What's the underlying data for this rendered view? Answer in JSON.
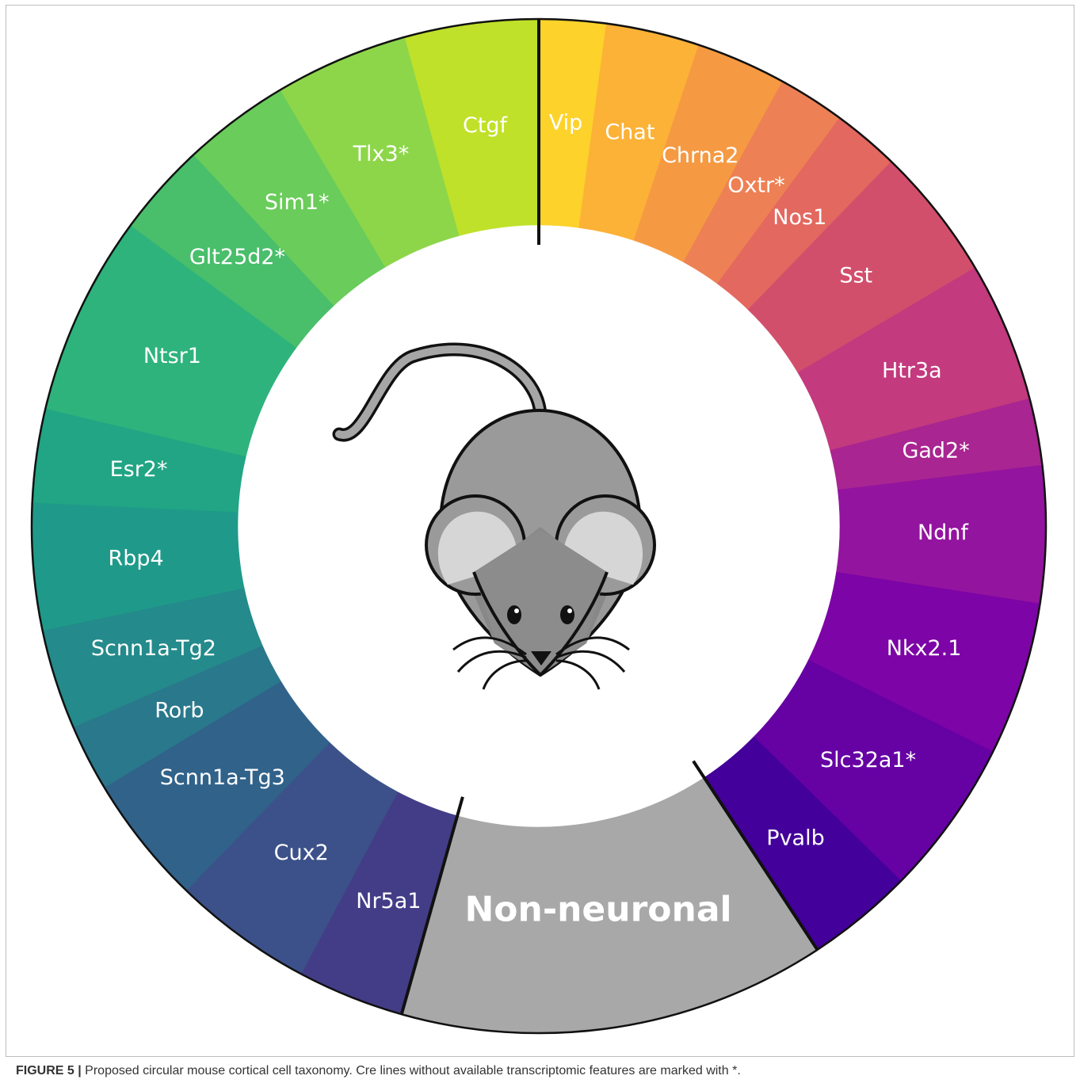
{
  "diagram": {
    "segments": [
      {
        "label": "Vip",
        "color": "#fdd22b",
        "share": 1.0
      },
      {
        "label": "Chat",
        "color": "#fcb237",
        "share": 1.4
      },
      {
        "label": "Chrna2",
        "color": "#f59a43",
        "share": 1.35
      },
      {
        "label": "Oxtr*",
        "color": "#ee8055",
        "share": 1.0
      },
      {
        "label": "Nos1",
        "color": "#e3685f",
        "share": 1.0
      },
      {
        "label": "Sst",
        "color": "#d24f6c",
        "share": 2.0
      },
      {
        "label": "Htr3a",
        "color": "#c33a7e",
        "share": 2.1
      },
      {
        "label": "Gad2*",
        "color": "#a92591",
        "share": 1.0
      },
      {
        "label": "Ndnf",
        "color": "#93149f",
        "share": 2.05
      },
      {
        "label": "Nkx2.1",
        "color": "#7d04a6",
        "share": 2.3
      },
      {
        "label": "Slc32a1*",
        "color": "#6601a4",
        "share": 2.35
      },
      {
        "label": "Pvalb",
        "color": "#43009a",
        "share": 1.6
      },
      {
        "label": "Non-neuronal",
        "color": "#a8a8a8",
        "share": 6.4
      },
      {
        "label": "Nr5a1",
        "color": "#433d87",
        "share": 1.6
      },
      {
        "label": "Cux2",
        "color": "#3c5189",
        "share": 2.1
      },
      {
        "label": "Scnn1a-Tg3",
        "color": "#31628a",
        "share": 1.95
      },
      {
        "label": "Rorb",
        "color": "#2a788c",
        "share": 1.0
      },
      {
        "label": "Scnn1a-Tg2",
        "color": "#248a8b",
        "share": 1.5
      },
      {
        "label": "Rbp4",
        "color": "#1f9a8a",
        "share": 1.9
      },
      {
        "label": "Esr2*",
        "color": "#21a584",
        "share": 1.4
      },
      {
        "label": "Ntsr1",
        "color": "#2eb37c",
        "share": 3.0
      },
      {
        "label": "Glt25d2*",
        "color": "#49be6b",
        "share": 1.4
      },
      {
        "label": "Sim1*",
        "color": "#6acc5a",
        "share": 1.6
      },
      {
        "label": "Tlx3*",
        "color": "#8dd64a",
        "share": 2.0
      },
      {
        "label": "Ctgf",
        "color": "#bfe129",
        "share": 2.0
      }
    ],
    "mouse": {
      "body_color": "#9a9a9a",
      "ear_inner_color": "#d6d6d6",
      "outline_color": "#111111"
    }
  },
  "caption": {
    "label": "FIGURE 5 |",
    "text": " Proposed circular mouse cortical cell taxonomy. Cre lines without available transcriptomic features are marked with *."
  }
}
